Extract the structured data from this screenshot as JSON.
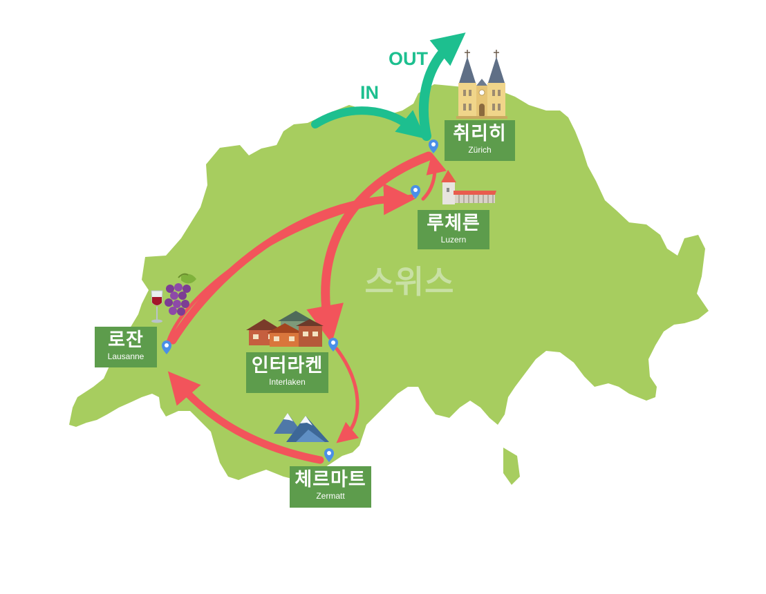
{
  "map": {
    "country_label": "스위스",
    "colors": {
      "land": "#a7cd5f",
      "label_bg": "#5d9c4c",
      "route": "#f2545b",
      "in_out": "#1dbf8f",
      "pin": "#4a8fe7",
      "background": "#ffffff"
    }
  },
  "flow": {
    "in_label": "IN",
    "out_label": "OUT"
  },
  "cities": {
    "zurich": {
      "name_ko": "취리히",
      "name_en": "Zürich",
      "icon": "cathedral-icon"
    },
    "luzern": {
      "name_ko": "루체른",
      "name_en": "Luzern",
      "icon": "chapel-bridge-icon"
    },
    "lausanne": {
      "name_ko": "로잔",
      "name_en": "Lausanne",
      "icon": "wine-grapes-icon"
    },
    "interlaken": {
      "name_ko": "인터라켄",
      "name_en": "Interlaken",
      "icon": "chalets-icon"
    },
    "zermatt": {
      "name_ko": "체르마트",
      "name_en": "Zermatt",
      "icon": "mountains-icon"
    }
  }
}
